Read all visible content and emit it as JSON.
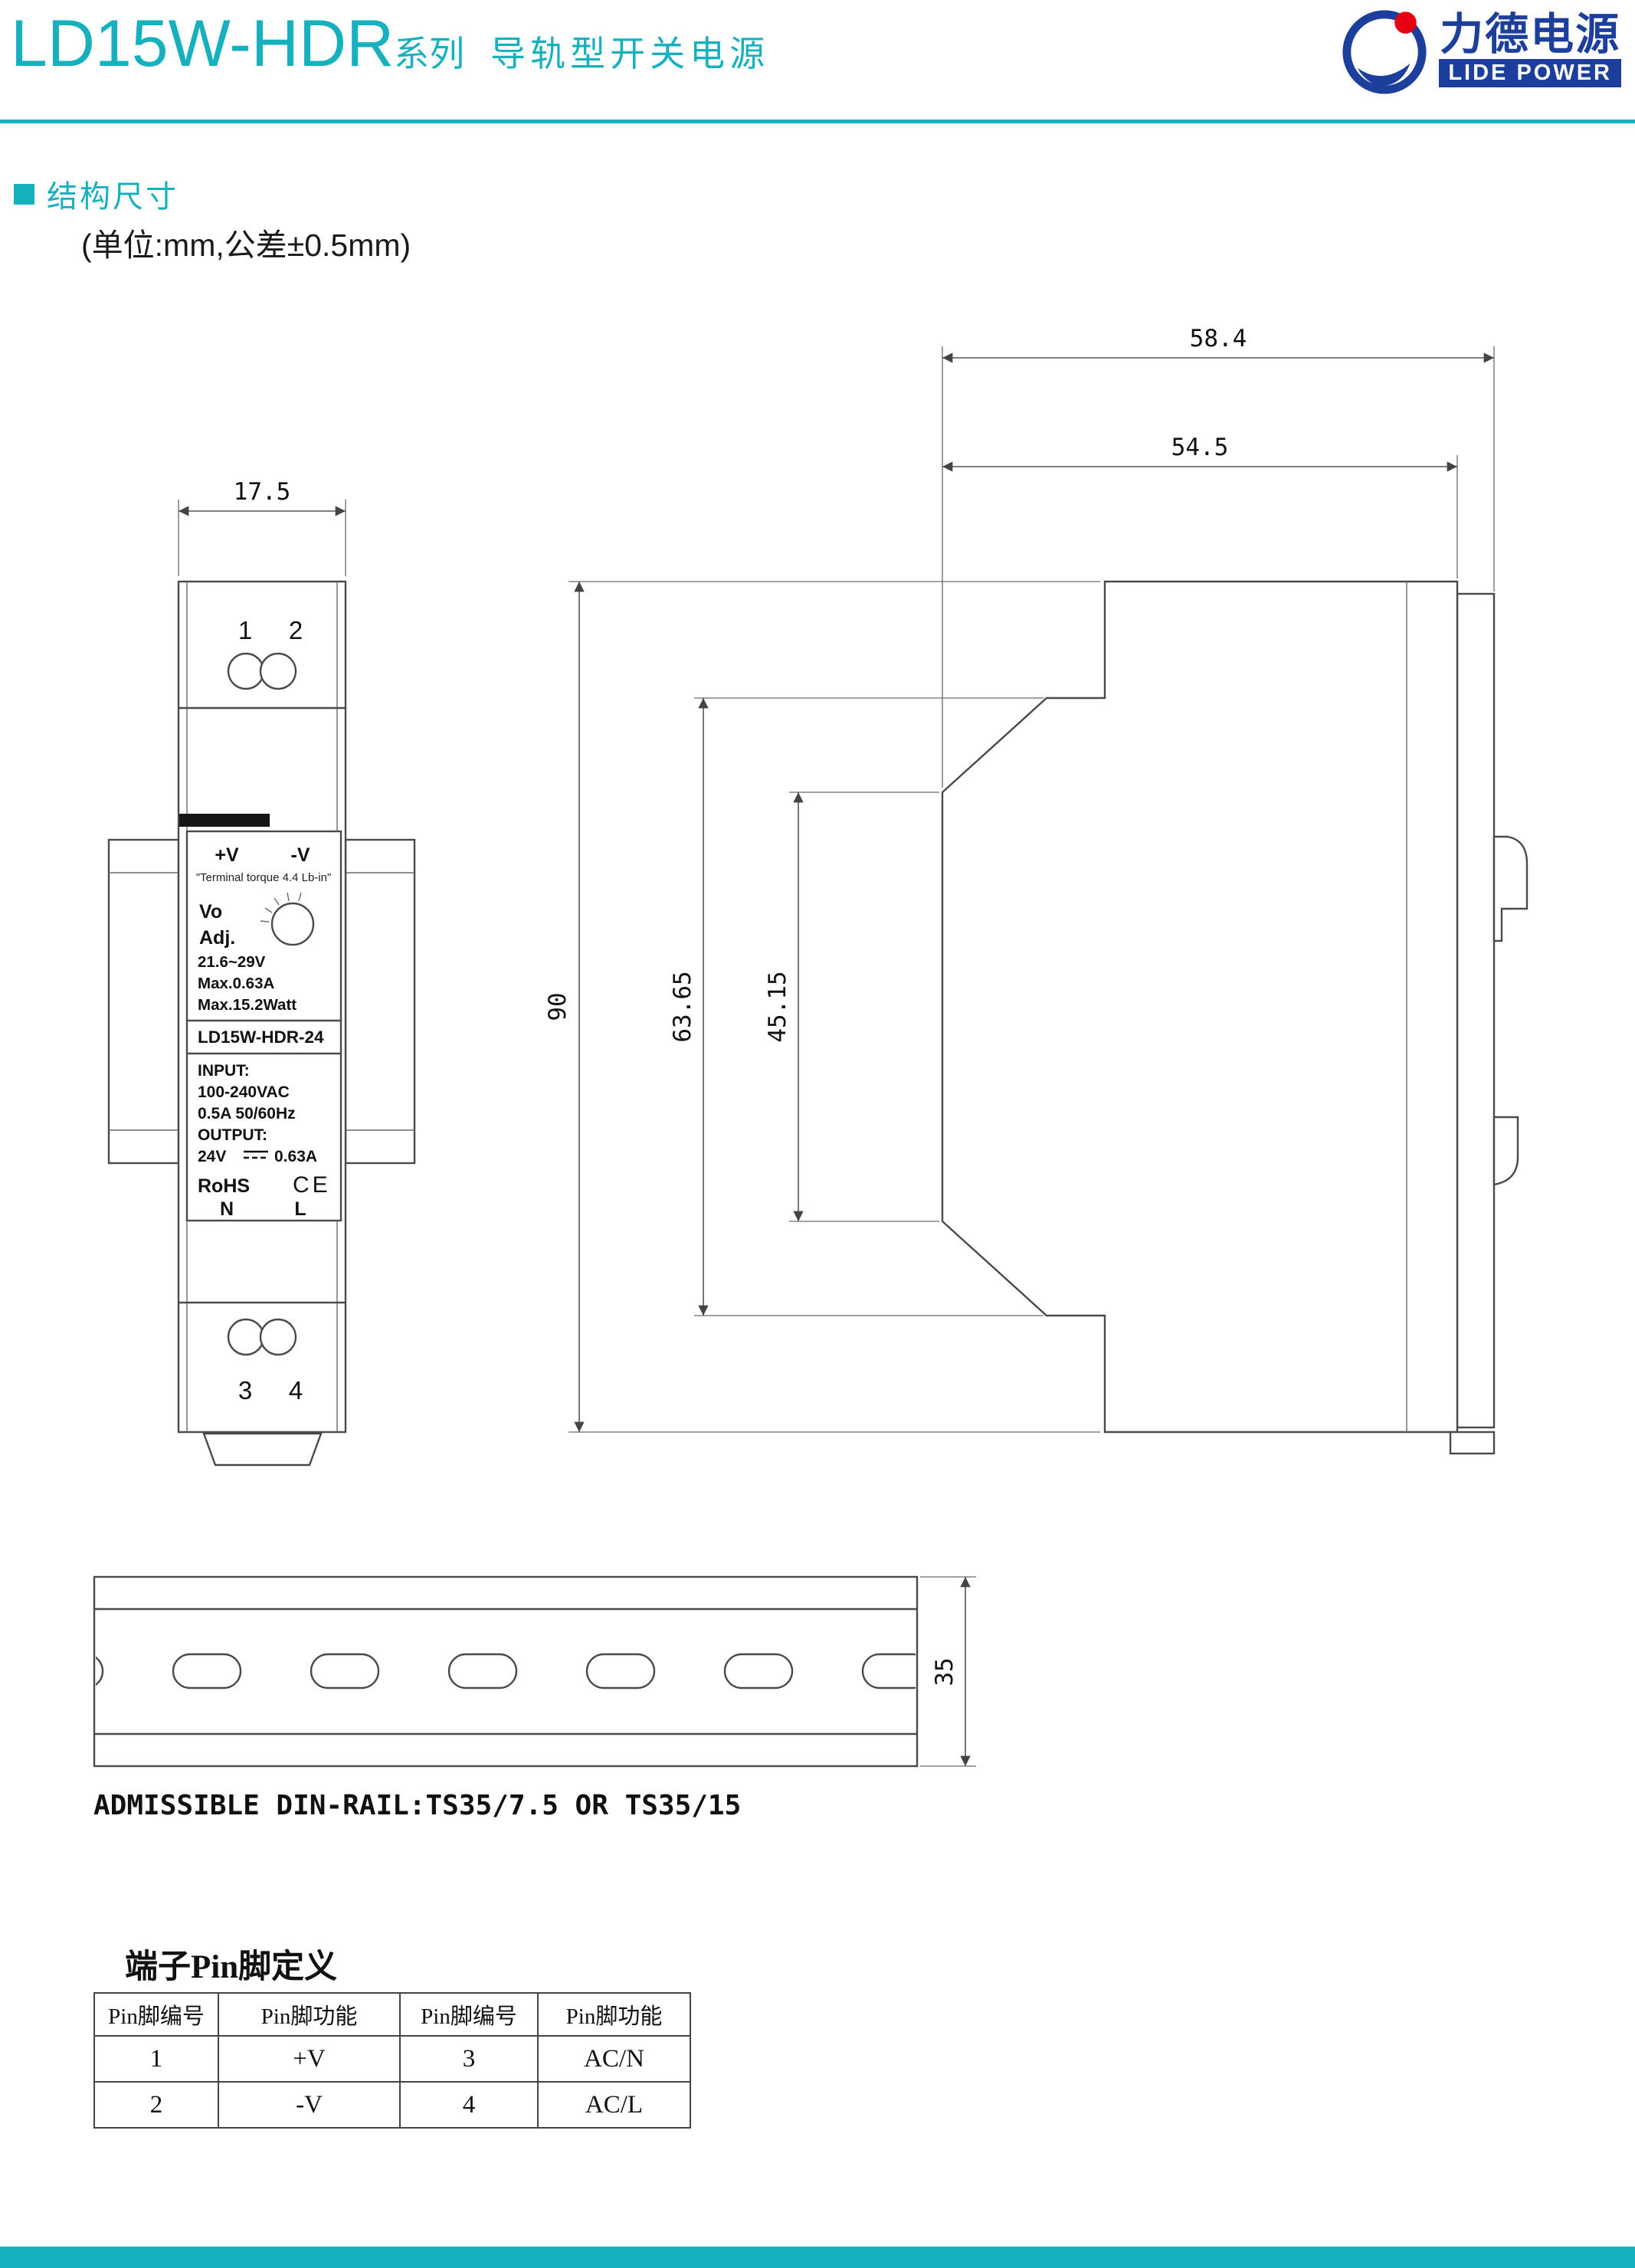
{
  "page": {
    "colors": {
      "accent": "#16b0be",
      "logo-blue": "#1c3e9c",
      "logo-red": "#e60012"
    }
  },
  "header": {
    "title_model": "LD15W-HDR",
    "title_series": "系列",
    "title_type": "导轨型开关电源",
    "logo_cn": "力德电源",
    "logo_en": "LIDE POWER"
  },
  "section": {
    "heading": "结构尺寸",
    "unit_note": "(单位:mm,公差±0.5mm)"
  },
  "dimensions": {
    "front_width": "17.5",
    "total_depth": "58.4",
    "body_depth": "54.5",
    "height": "90",
    "mid_height": "63.65",
    "inner_height": "45.15",
    "rail_width": "35"
  },
  "front_view": {
    "pin1": "1",
    "pin2": "2",
    "pin3": "3",
    "pin4": "4",
    "label": {
      "plus_v": "+V",
      "minus_v": "-V",
      "torque": "\"Terminal torque 4.4 Lb-in\"",
      "vo": "Vo",
      "adj": "Adj.",
      "volt_range": "21.6~29V",
      "max_current": "Max.0.63A",
      "max_power": "Max.15.2Watt",
      "model": "LD15W-HDR-24",
      "input_label": "INPUT:",
      "input_voltage": "100-240VAC",
      "input_freq": "0.5A 50/60Hz",
      "output_label": "OUTPUT:",
      "output_voltage": "24V",
      "output_current": "0.63A",
      "rohs": "RoHS",
      "ce": "CE",
      "n": "N",
      "l": "L"
    }
  },
  "rail": {
    "caption": "ADMISSIBLE DIN-RAIL:TS35/7.5 OR TS35/15"
  },
  "pin_table": {
    "title": "端子Pin脚定义",
    "headers": [
      "Pin脚编号",
      "Pin脚功能",
      "Pin脚编号",
      "Pin脚功能"
    ],
    "rows": [
      [
        "1",
        "+V",
        "3",
        "AC/N"
      ],
      [
        "2",
        "-V",
        "4",
        "AC/L"
      ]
    ]
  }
}
